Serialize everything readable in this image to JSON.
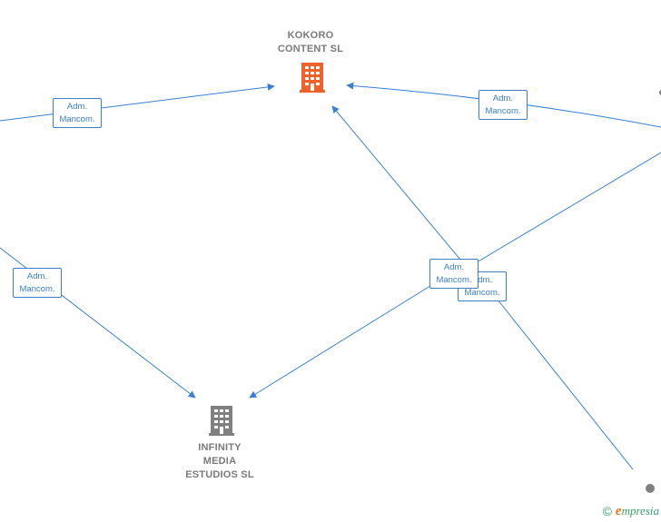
{
  "nodes": {
    "kokoro": {
      "label": "KOKORO\nCONTENT  SL",
      "icon": "building-icon",
      "color": "#f0622d"
    },
    "infinity": {
      "label": "INFINITY\nMEDIA\nESTUDIOS  SL",
      "icon": "building-icon",
      "color": "#808080"
    }
  },
  "edge_label": "Adm.\nMancom.",
  "roles": [
    {
      "id": "role-left-top",
      "text": "Adm.\nMancom."
    },
    {
      "id": "role-right-top",
      "text": "Adm.\nMancom."
    },
    {
      "id": "role-left-mid",
      "text": "Adm.\nMancom."
    },
    {
      "id": "role-center-back",
      "text": "Adm.\nMancom."
    },
    {
      "id": "role-center-front",
      "text": "Adm.\nMancom."
    }
  ],
  "footer": {
    "copyright_symbol": "©",
    "brand_initial": "e",
    "brand_rest": "mpresia"
  },
  "colors": {
    "edge": "#3a7fd0",
    "label_text": "#7a7a7a"
  }
}
